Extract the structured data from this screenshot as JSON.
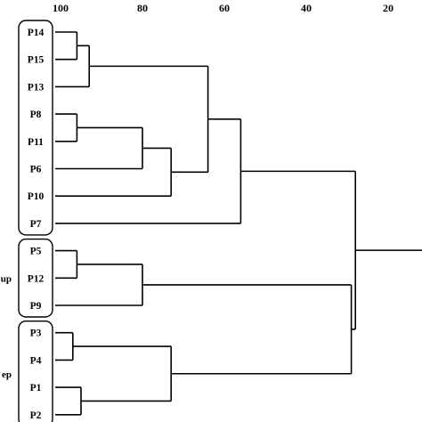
{
  "axis": {
    "tick_labels": [
      "100",
      "80",
      "60",
      "40",
      "20"
    ],
    "tick_values": [
      100,
      80,
      60,
      40,
      20
    ],
    "range": [
      100,
      17
    ]
  },
  "leaves": [
    "P14",
    "P15",
    "P13",
    "P8",
    "P11",
    "P6",
    "P10",
    "P7",
    "P5",
    "P12",
    "P9",
    "P3",
    "P4",
    "P1",
    "P2"
  ],
  "groups": [
    {
      "members": [
        "P14",
        "P15",
        "P13",
        "P8",
        "P11",
        "P6",
        "P10",
        "P7"
      ],
      "side_label": ""
    },
    {
      "members": [
        "P5",
        "P12",
        "P9"
      ],
      "side_label": "up"
    },
    {
      "members": [
        "P3",
        "P4",
        "P1",
        "P2"
      ],
      "side_label": "ep"
    }
  ],
  "tree": {
    "sim": 28,
    "children": [
      {
        "sim": 56,
        "children": [
          {
            "sim": 64,
            "children": [
              {
                "sim": 93,
                "children": [
                  {
                    "sim": 96,
                    "children": [
                      {
                        "leaf": "P14"
                      },
                      {
                        "leaf": "P15"
                      }
                    ]
                  },
                  {
                    "leaf": "P13"
                  }
                ]
              },
              {
                "sim": 73,
                "children": [
                  {
                    "sim": 80,
                    "children": [
                      {
                        "sim": 96,
                        "children": [
                          {
                            "leaf": "P8"
                          },
                          {
                            "leaf": "P11"
                          }
                        ]
                      },
                      {
                        "leaf": "P6"
                      }
                    ]
                  },
                  {
                    "leaf": "P10"
                  }
                ]
              }
            ]
          },
          {
            "leaf": "P7"
          }
        ]
      },
      {
        "sim": 29,
        "children": [
          {
            "sim": 80,
            "children": [
              {
                "sim": 96,
                "children": [
                  {
                    "leaf": "P5"
                  },
                  {
                    "leaf": "P12"
                  }
                ]
              },
              {
                "leaf": "P9"
              }
            ]
          },
          {
            "sim": 73,
            "children": [
              {
                "sim": 97,
                "children": [
                  {
                    "leaf": "P3"
                  },
                  {
                    "leaf": "P4"
                  }
                ]
              },
              {
                "sim": 95,
                "children": [
                  {
                    "leaf": "P1"
                  },
                  {
                    "leaf": "P2"
                  }
                ]
              }
            ]
          }
        ]
      }
    ]
  }
}
